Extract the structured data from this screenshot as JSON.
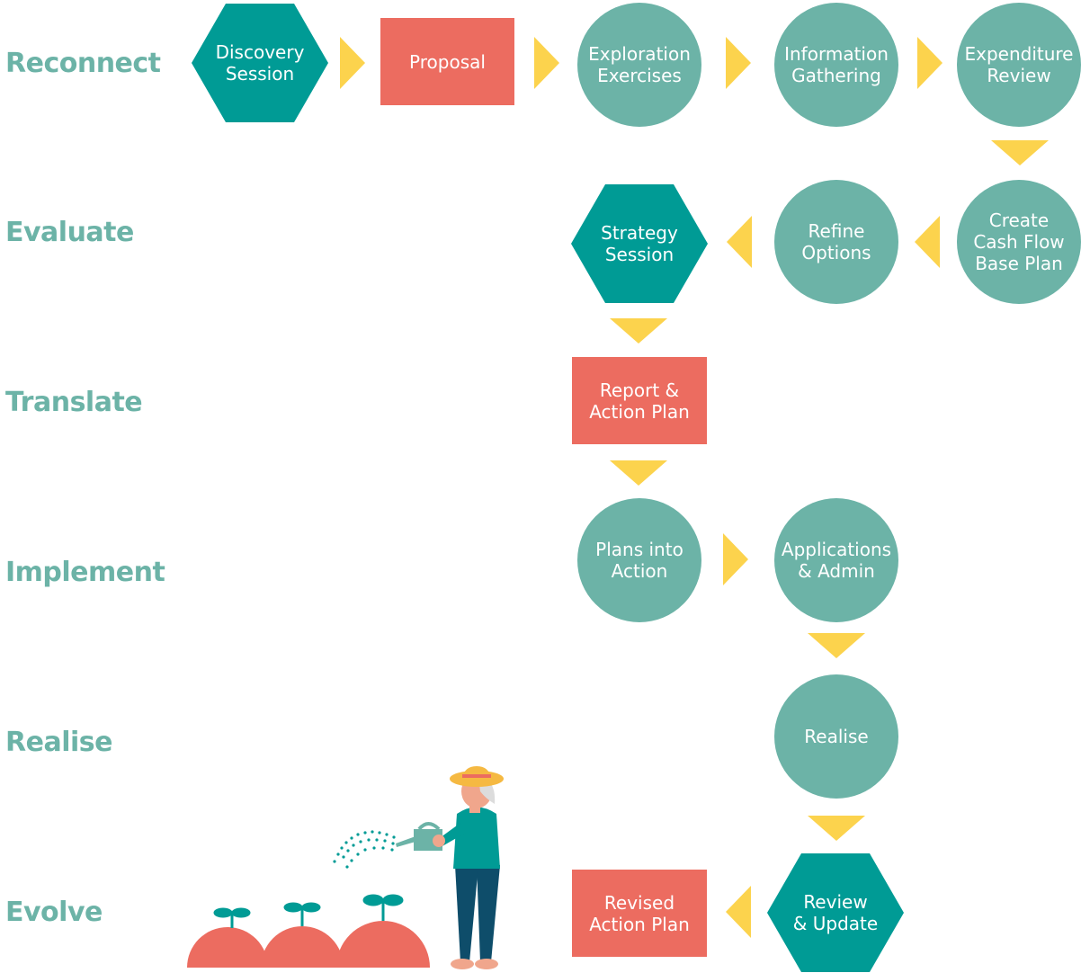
{
  "colors": {
    "teal_dark": "#009b95",
    "teal_light": "#6cb3a7",
    "coral": "#ec6c60",
    "arrow_yellow": "#fcd34d",
    "label_teal": "#6cb3a7"
  },
  "stages": [
    {
      "id": "reconnect",
      "label": "Reconnect"
    },
    {
      "id": "evaluate",
      "label": "Evaluate"
    },
    {
      "id": "translate",
      "label": "Translate"
    },
    {
      "id": "implement",
      "label": "Implement"
    },
    {
      "id": "realise",
      "label": "Realise"
    },
    {
      "id": "evolve",
      "label": "Evolve"
    }
  ],
  "steps": {
    "discovery_session": {
      "label": "Discovery\nSession",
      "shape": "hexagon",
      "color": "teal_dark"
    },
    "proposal": {
      "label": "Proposal",
      "shape": "rectangle",
      "color": "coral"
    },
    "exploration_exercises": {
      "label": "Exploration\nExercises",
      "shape": "circle",
      "color": "teal_light"
    },
    "information_gathering": {
      "label": "Information\nGathering",
      "shape": "circle",
      "color": "teal_light"
    },
    "expenditure_review": {
      "label": "Expenditure\nReview",
      "shape": "circle",
      "color": "teal_light"
    },
    "create_cash_flow": {
      "label": "Create\nCash Flow\nBase Plan",
      "shape": "circle",
      "color": "teal_light"
    },
    "refine_options": {
      "label": "Refine\nOptions",
      "shape": "circle",
      "color": "teal_light"
    },
    "strategy_session": {
      "label": "Strategy\nSession",
      "shape": "hexagon",
      "color": "teal_dark"
    },
    "report_action_plan": {
      "label": "Report &\nAction Plan",
      "shape": "rectangle",
      "color": "coral"
    },
    "plans_into_action": {
      "label": "Plans into\nAction",
      "shape": "circle",
      "color": "teal_light"
    },
    "applications_admin": {
      "label": "Applications\n& Admin",
      "shape": "circle",
      "color": "teal_light"
    },
    "realise": {
      "label": "Realise",
      "shape": "circle",
      "color": "teal_light"
    },
    "review_update": {
      "label": "Review\n& Update",
      "shape": "hexagon",
      "color": "teal_dark"
    },
    "revised_action_plan": {
      "label": "Revised\nAction Plan",
      "shape": "rectangle",
      "color": "coral"
    }
  },
  "illustration": {
    "icon": "gardener-watering-plants-icon"
  }
}
